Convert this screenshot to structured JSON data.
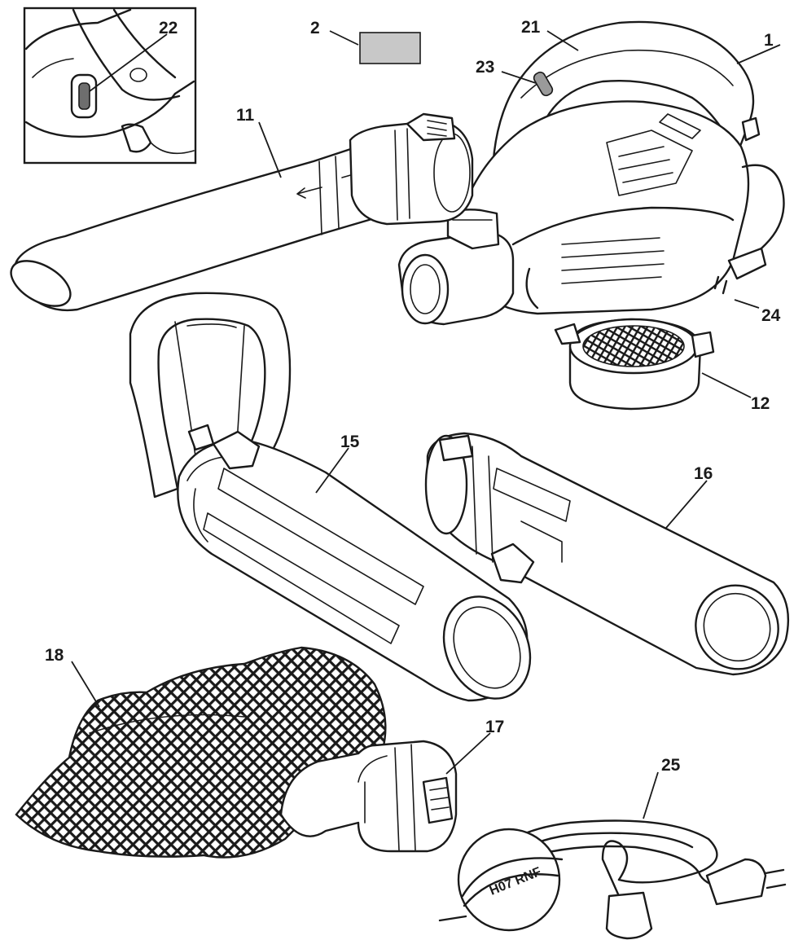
{
  "figure": {
    "callouts": [
      {
        "id": "1",
        "text": "1"
      },
      {
        "id": "2",
        "text": "2"
      },
      {
        "id": "11",
        "text": "11"
      },
      {
        "id": "12",
        "text": "12"
      },
      {
        "id": "15",
        "text": "15"
      },
      {
        "id": "16",
        "text": "16"
      },
      {
        "id": "17",
        "text": "17"
      },
      {
        "id": "18",
        "text": "18"
      },
      {
        "id": "21",
        "text": "21"
      },
      {
        "id": "22",
        "text": "22"
      },
      {
        "id": "23",
        "text": "23"
      },
      {
        "id": "24",
        "text": "24"
      },
      {
        "id": "25",
        "text": "25"
      }
    ],
    "cable_label": "H07 RNF"
  },
  "colors": {
    "ink": "#1a1a1a",
    "label_plate": "#c8c8c8",
    "background": "#ffffff"
  }
}
